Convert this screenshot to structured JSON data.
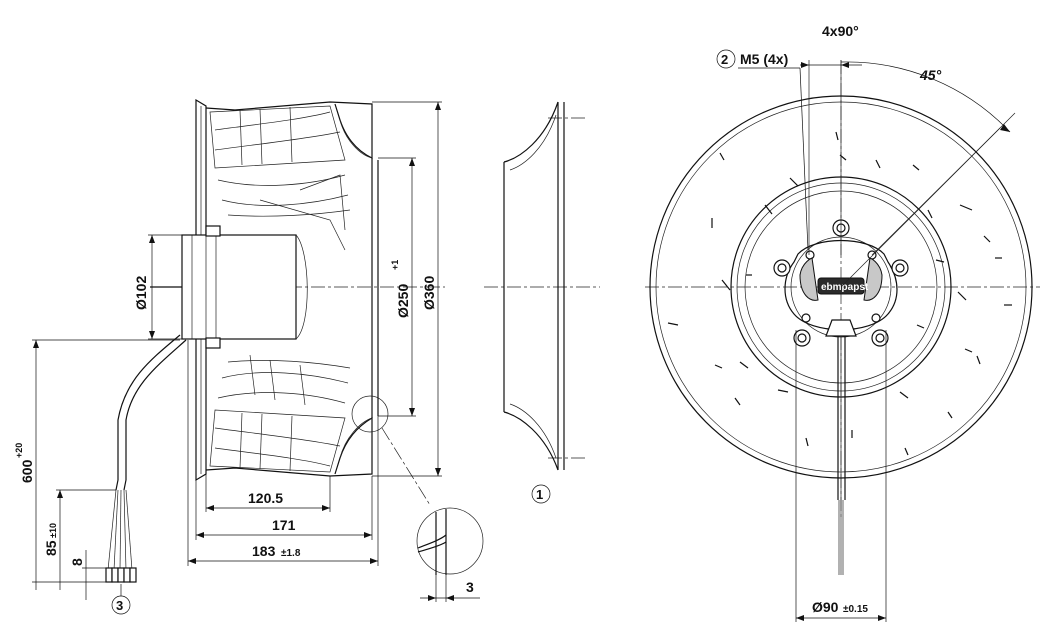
{
  "dimensions": {
    "d102": "Ø102",
    "d250": "Ø250",
    "d250_tol": "+1",
    "d360": "Ø360",
    "len600": "600",
    "len600_tol": "+20",
    "len85": "85",
    "len85_tol": "±10",
    "len8": "8",
    "len120": "120.5",
    "len171": "171",
    "len183": "183",
    "len183_tol": "±1.8",
    "len3": "3",
    "d90": "Ø90",
    "d90_tol": "±0.15",
    "angle_4x90": "4x90°",
    "angle_45": "45°"
  },
  "callouts": {
    "c1": "1",
    "c2": "2",
    "c2_label": "M5 (4x)",
    "c3": "3"
  },
  "logo": {
    "text": "ebmpapst"
  },
  "colors": {
    "line": "#111111",
    "background": "#ffffff",
    "shade": "#c8c8c8"
  }
}
